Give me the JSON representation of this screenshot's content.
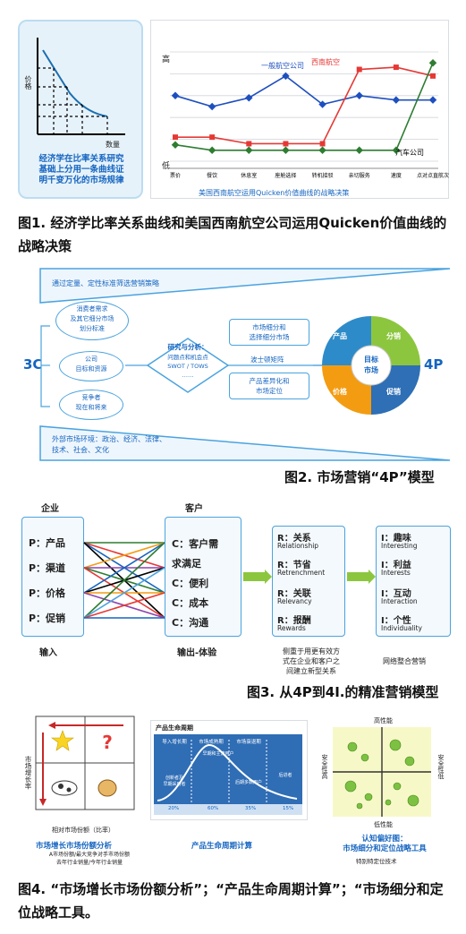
{
  "fig1": {
    "left_panel": {
      "y_label": "价格",
      "x_label": "数量",
      "caption": "经济学在比率关系研究\n基础上分用一条曲线证\n明千变万化的市场规律"
    },
    "chart": {
      "y_high": "高",
      "y_low": "低",
      "series_labels": {
        "general": "一般航空公司",
        "southwest": "西南航空",
        "auto": "汽车公司"
      },
      "categories": [
        "票价",
        "餐饮",
        "休息室",
        "座舱选择",
        "转机接驳",
        "亲切服务",
        "速度",
        "点对点直航次"
      ],
      "title": "美国西南航空运用Quicken价值曲线的战略决策"
    },
    "caption": "图1. 经济学比率关系曲线和美国西南航空公司运用Quicken价值曲线的战略决策"
  },
  "chart_data": {
    "type": "line",
    "categories": [
      "票价",
      "餐饮",
      "休息室",
      "座舱选择",
      "转机接驳",
      "亲切服务",
      "速度",
      "点对点直航次"
    ],
    "ylim": [
      0,
      10
    ],
    "series": [
      {
        "name": "一般航空公司",
        "color": "#1e4fbf",
        "values": [
          6,
          5,
          5.8,
          7.8,
          5.2,
          6,
          5.6,
          5.6
        ]
      },
      {
        "name": "西南航空",
        "color": "#e53935",
        "values": [
          2.2,
          2.2,
          1.6,
          1.6,
          1.6,
          8.4,
          8.6,
          7.8
        ]
      },
      {
        "name": "汽车公司",
        "color": "#2e7d32",
        "values": [
          1.5,
          1,
          1,
          1,
          1,
          1,
          1,
          9
        ]
      }
    ]
  },
  "fig2": {
    "top_banner": "通过定量、定性标准筛选营销策略",
    "bottom_banner": "外部市场环境：政治、经济、法律、\n技术、社会、文化",
    "left_label": "3C",
    "right_label": "4P",
    "consumer": "消费者需求\n及其它细分市场\n划分标准",
    "company": "公司\n目标和资源",
    "competitor": "竞争者\n现在和将来",
    "analysis_title": "研究与分析：",
    "analysis_sub": "问题点和机会点\nSWOT / TOWS\n……",
    "seg": "市场细分和\n选择细分市场",
    "matrix": "波士顿矩阵",
    "diff": "产品差异化和\n市场定位",
    "center": "目标\n市场",
    "quadrants": [
      "产品",
      "分销",
      "促销",
      "价格"
    ],
    "caption": "图2. 市场营销“4P”模型"
  },
  "fig3": {
    "company_title": "企业",
    "customer_title": "客户",
    "p_items": [
      "P：产品",
      "P：渠道",
      "P：价格",
      "P：促销"
    ],
    "c_items": [
      "C：客户需\n求满足",
      "C：便利",
      "C：成本",
      "C：沟通"
    ],
    "r_items": [
      {
        "cn": "R：关系",
        "en": "Relationship"
      },
      {
        "cn": "R：节省",
        "en": "Retrenchment"
      },
      {
        "cn": "R：关联",
        "en": "Relevancy"
      },
      {
        "cn": "R：报酬",
        "en": "Rewards"
      }
    ],
    "i_items": [
      {
        "cn": "I：趣味",
        "en": "Interesting"
      },
      {
        "cn": "I：利益",
        "en": "Interests"
      },
      {
        "cn": "I：互动",
        "en": "Interaction"
      },
      {
        "cn": "I：个性",
        "en": "Individuality"
      }
    ],
    "input": "输入",
    "output": "输出-体验",
    "r_note": "侧重于用更有效方\n式在企业和客户之\n间建立新型关系",
    "i_note": "网络整合营销",
    "caption": "图3. 从4P到4I.的精准营销模型"
  },
  "fig4": {
    "bcg": {
      "y_label": "市场增长率",
      "x_label": "相对市场份额（比率）",
      "title": "市场增长市场份额分析",
      "sub": "A市场份额/最大竞争对手市场份额\n去年行业销量/今年行业销量"
    },
    "plc": {
      "header": "产品生命周期",
      "stages": [
        "导入增长期",
        "市场成熟期",
        "市场衰退期",
        ""
      ],
      "notes": [
        "创新者及\n早期采用者",
        "早期和主流用户",
        "后期多数用户",
        "后进者"
      ],
      "pcts": [
        "20%",
        "60%",
        "35%",
        "15%"
      ],
      "title": "产品生命周期计算"
    },
    "perc": {
      "top": "高性能",
      "bottom": "低性能",
      "left": "安全性高",
      "right": "安全性低",
      "title": "认知偏好图：\n市场细分和定位战略工具",
      "sub": "特别特定位技术"
    },
    "caption": "图4. “市场增长市场份额分析”；“产品生命周期计算”；“市场细分和定位战略工具。"
  }
}
